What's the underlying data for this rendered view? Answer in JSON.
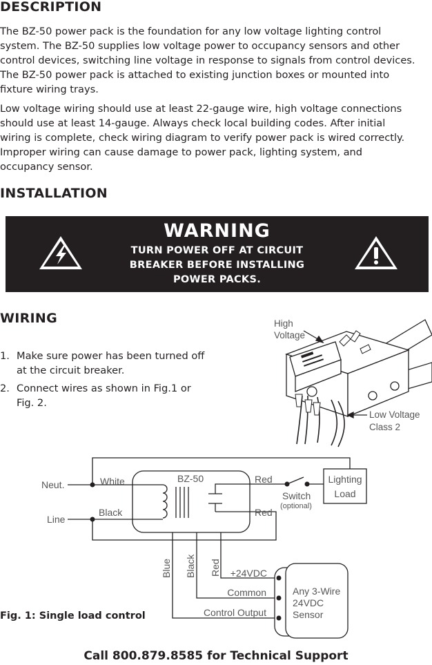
{
  "description": {
    "heading": "DESCRIPTION",
    "paragraphs": [
      [
        "The BZ-50 power pack is the foundation for any low voltage lighting control",
        "system. The BZ-50 supplies low voltage power to occupancy sensors and other",
        "control devices, switching line voltage in response to signals from control devices.",
        "The BZ-50 power pack is attached to existing junction boxes or mounted into",
        "fixture wiring trays."
      ],
      [
        "Low voltage wiring should use at least 22-gauge wire, high voltage connections",
        "should use at least 14-gauge. Always check local building codes. After initial",
        "wiring is complete, check wiring diagram to verify power pack is wired correctly.",
        "Improper wiring can cause damage to power pack, lighting system, and",
        "occupancy sensor."
      ]
    ]
  },
  "installation": {
    "heading": "INSTALLATION",
    "warning": {
      "title": "WARNING",
      "lines": [
        "TURN POWER OFF AT CIRCUIT",
        "BREAKER BEFORE INSTALLING",
        "POWER PACKS."
      ],
      "left_icon": "electrical-hazard-icon",
      "right_icon": "exclamation-warning-icon"
    }
  },
  "wiring": {
    "heading": "WIRING",
    "steps": [
      {
        "num": "1.",
        "lines": [
          "Make sure power has been turned off",
          "at the circuit breaker."
        ]
      },
      {
        "num": "2.",
        "lines": [
          "Connect wires as shown in Fig.1 or",
          "Fig. 2."
        ]
      }
    ],
    "junction_box": {
      "high_voltage": [
        "High",
        "Voltage"
      ],
      "low_voltage": [
        "Low Voltage",
        "Class 2"
      ]
    }
  },
  "diagram": {
    "neut": "Neut.",
    "line": "Line",
    "white": "White",
    "black": "Black",
    "device": "BZ-50",
    "red_top": "Red",
    "red_bottom": "Red",
    "switch": "Switch",
    "optional": "(optional)",
    "load": [
      "Lighting",
      "Load"
    ],
    "wire_blue": "Blue",
    "wire_black": "Black",
    "wire_red": "Red",
    "plus24": "+24VDC",
    "common": "Common",
    "control_output": "Control Output",
    "sensor": [
      "Any 3-Wire",
      "24VDC",
      "Sensor"
    ]
  },
  "figure_caption": "Fig. 1: Single load control",
  "footer": "Call 800.879.8585 for Technical Support"
}
